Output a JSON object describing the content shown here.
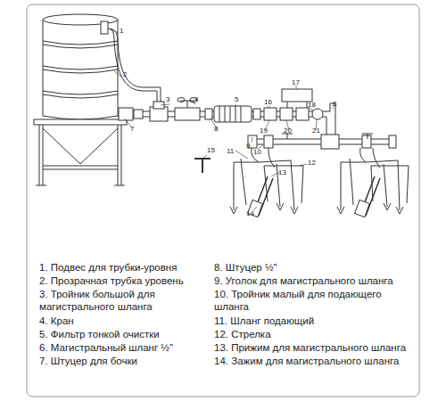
{
  "diagram": {
    "labels": [
      "1",
      "2",
      "3",
      "4",
      "5",
      "6",
      "7",
      "8",
      "9",
      "10",
      "11",
      "12",
      "13",
      "14",
      "15",
      "16",
      "17",
      "18",
      "19",
      "20",
      "21",
      "1. Подвес для трубки-уровня",
      "2. Прозрачная трубка уровень",
      "3. Тройник большой для магистрального шланга",
      "4. Кран",
      "5. Фильтр тонкой очистки",
      "6. Магистральный шланг ½\"",
      "7. Штуцер для бочки",
      "8. Штуцер ½\"",
      "9. Уголок для магистрального шланга",
      "10. Тройник малый для подающего шланга",
      "11. Шланг подающий",
      "12. Стрелка",
      "13. Прижим для магистрального шланга",
      "14. Зажим для магистрального шланга"
    ]
  }
}
